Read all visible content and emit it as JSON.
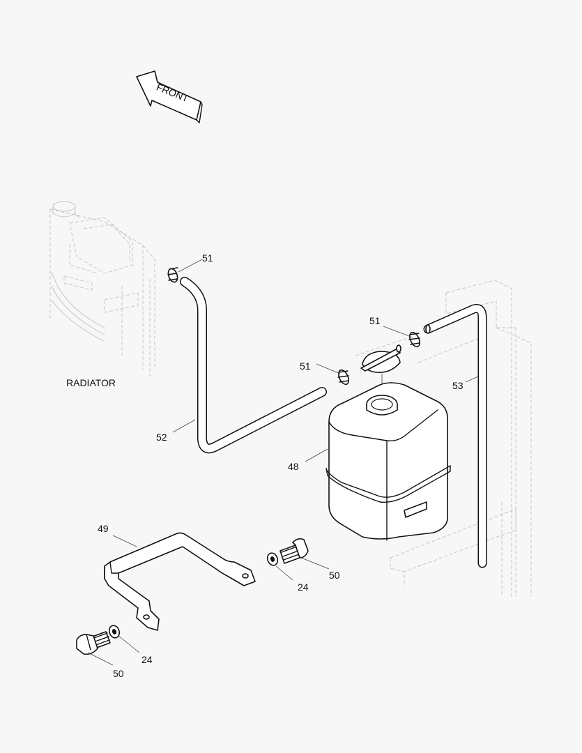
{
  "front_arrow": {
    "label": "FRONT"
  },
  "labels": {
    "radiator": "RADIATOR",
    "clamp_upper": "51",
    "clamp_cap": "51",
    "clamp_right": "51",
    "hose_left": "52",
    "hose_right": "53",
    "tank": "48",
    "bracket": "49",
    "washer_upper": "24",
    "bolt_upper": "50",
    "washer_lower": "24",
    "bolt_lower": "50"
  }
}
